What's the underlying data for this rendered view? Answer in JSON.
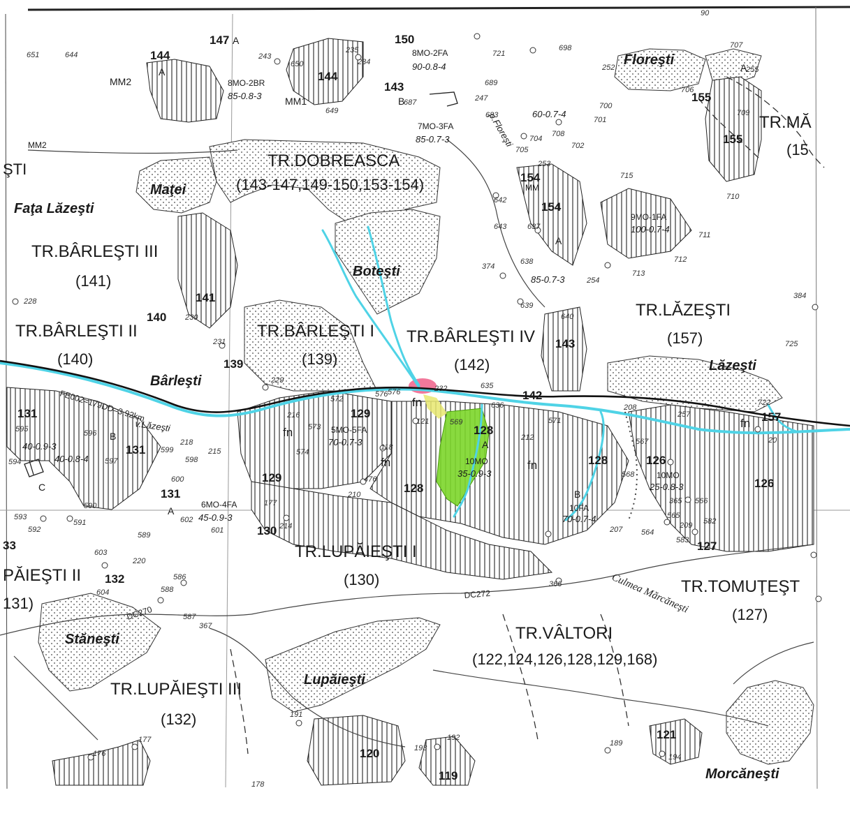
{
  "territories": [
    {
      "name": "TR.DOBREASCA",
      "parcels": "(143-147,149-150,153-154)"
    },
    {
      "name": "TR.BÂRLEŞTI III",
      "parcels": "(141)"
    },
    {
      "name": "TR.BÂRLEŞTI II",
      "parcels": "(140)"
    },
    {
      "name": "TR.BÂRLEŞTI I",
      "parcels": "(139)"
    },
    {
      "name": "TR.BÂRLEŞTI IV",
      "parcels": "(142)"
    },
    {
      "name": "TR.LĂZEŞTI",
      "parcels": "(157)"
    },
    {
      "name": "TR.LUPĂIEŞTI I",
      "parcels": "(130)"
    },
    {
      "name": "TR.TOMUŢEŞT",
      "parcels": "(127)"
    },
    {
      "name": "TR.VÂLTORI",
      "parcels": "(122,124,126,128,129,168)"
    },
    {
      "name": "TR.LUPĂIEŞTI III",
      "parcels": "(132)"
    },
    {
      "name": "TR.MĂ",
      "parcels": "(15"
    },
    {
      "name": "PĂIEŞTI II",
      "parcels": "131)"
    }
  ],
  "edge_labels": [
    "ŞTI",
    "33"
  ],
  "villages": [
    "Floreşti",
    "Maţei",
    "Faţa Lăzeşti",
    "Boteşti",
    "Bârleşti",
    "Lăzeşti",
    "Stăneşti",
    "Lupăieşti",
    "Morcăneşti"
  ],
  "ridge": "Culmea Mărcăneşti",
  "roads": {
    "national": "FE002=179DD=3,92km",
    "dc270": "DC270",
    "dc272": "DC272",
    "valley": "v.Lăzeşti",
    "stream": "p.Floreşti"
  },
  "parcels": [
    {
      "id": "144",
      "sub": "A"
    },
    {
      "id": "147",
      "sub": "A"
    },
    {
      "id": "144",
      "sub": ""
    },
    {
      "id": "150",
      "sub": ""
    },
    {
      "id": "143",
      "sub": "B"
    },
    {
      "id": "155",
      "sub": ""
    },
    {
      "id": "155",
      "sub": ""
    },
    {
      "id": "154",
      "sub": ""
    },
    {
      "id": "154",
      "sub": ""
    },
    {
      "id": "141",
      "sub": ""
    },
    {
      "id": "140",
      "sub": ""
    },
    {
      "id": "139",
      "sub": ""
    },
    {
      "id": "143",
      "sub": ""
    },
    {
      "id": "142",
      "sub": ""
    },
    {
      "id": "131",
      "sub": ""
    },
    {
      "id": "131",
      "sub": ""
    },
    {
      "id": "131",
      "sub": "A"
    },
    {
      "id": "129",
      "sub": ""
    },
    {
      "id": "129",
      "sub": ""
    },
    {
      "id": "128",
      "sub": "A"
    },
    {
      "id": "128",
      "sub": ""
    },
    {
      "id": "128",
      "sub": ""
    },
    {
      "id": "126",
      "sub": ""
    },
    {
      "id": "126",
      "sub": ""
    },
    {
      "id": "157",
      "sub": ""
    },
    {
      "id": "130",
      "sub": ""
    },
    {
      "id": "127",
      "sub": ""
    },
    {
      "id": "132",
      "sub": ""
    },
    {
      "id": "120",
      "sub": ""
    },
    {
      "id": "119",
      "sub": ""
    },
    {
      "id": "121",
      "sub": ""
    }
  ],
  "parcel_subs": [
    "B",
    "C",
    "A",
    "B",
    "A",
    "MM",
    "MM1",
    "MM2",
    "MM2",
    "fn",
    "fn",
    "fn",
    "fn",
    "fn"
  ],
  "compositions": [
    {
      "species": "8MO-2BR",
      "stats": "85-0.8-3"
    },
    {
      "species": "8MO-2FA",
      "stats": "90-0.8-4"
    },
    {
      "species": "7MO-3FA",
      "stats": "85-0.7-3"
    },
    {
      "species": "",
      "stats": "60-0.7-4"
    },
    {
      "species": "9MO-1FA",
      "stats": "100-0.7-4"
    },
    {
      "species": "",
      "stats": "85-0.7-3"
    },
    {
      "species": "5MO-5FA",
      "stats": "70-0.7-3"
    },
    {
      "species": "10MO",
      "stats": "35-0.9-3"
    },
    {
      "species": "10MO",
      "stats": "25-0.8-3"
    },
    {
      "species": "10FA",
      "stats": "70-0.7-4"
    },
    {
      "species": "6MO-4FA",
      "stats": "45-0.9-3"
    },
    {
      "species": "",
      "stats": "40-0.9-3"
    },
    {
      "species": "",
      "stats": "40-0.8-4"
    }
  ],
  "points": [
    "90",
    "707",
    "255",
    "721",
    "698",
    "252",
    "243",
    "235",
    "234",
    "651",
    "644",
    "650",
    "649",
    "687",
    "689",
    "247",
    "683",
    "700",
    "701",
    "702",
    "704",
    "705",
    "708",
    "706",
    "709",
    "710",
    "711",
    "712",
    "713",
    "715",
    "253",
    "642",
    "643",
    "637",
    "638",
    "374",
    "639",
    "640",
    "254",
    "230",
    "231",
    "228",
    "384",
    "725",
    "229",
    "232",
    "635",
    "636",
    "572",
    "576",
    "569",
    "571",
    "574",
    "573",
    "216",
    "121",
    "118",
    "212",
    "476",
    "210",
    "214",
    "177",
    "567",
    "568",
    "365",
    "366",
    "564",
    "565",
    "566",
    "207",
    "209",
    "582",
    "583",
    "257",
    "208",
    "722",
    "20",
    "603",
    "220",
    "604",
    "586",
    "588",
    "587",
    "367",
    "589",
    "590",
    "591",
    "592",
    "593",
    "594",
    "595",
    "596",
    "597",
    "598",
    "599",
    "600",
    "601",
    "602",
    "191",
    "192",
    "193",
    "194",
    "176",
    "177",
    "178",
    "189",
    "576",
    "218",
    "215"
  ],
  "colors": {
    "river": "#4fd3e6",
    "highlight_green": "#7cd62a",
    "highlight_red": "#f0608a",
    "highlight_yellow": "#e8e870",
    "ink": "#1a1a1a",
    "paper": "#ffffff"
  }
}
